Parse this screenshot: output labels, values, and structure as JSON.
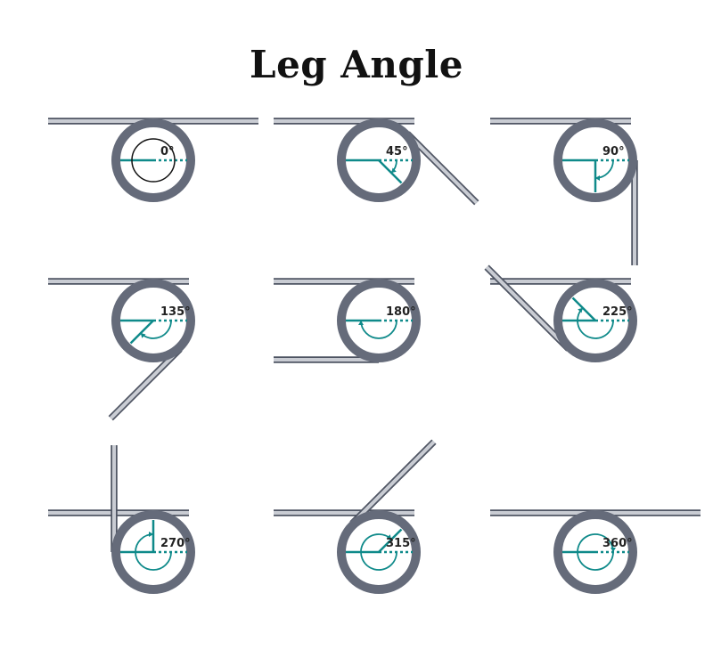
{
  "title": "Leg Angle",
  "colors": {
    "coil": "#656b7a",
    "leg_light": "#c9ccd3",
    "leg_dark": "#4f5563",
    "indicator": "#0f8a8a",
    "label": "#222222"
  },
  "panels": [
    {
      "angle": 0,
      "label": "0°"
    },
    {
      "angle": 45,
      "label": "45°"
    },
    {
      "angle": 90,
      "label": "90°"
    },
    {
      "angle": 135,
      "label": "135°"
    },
    {
      "angle": 180,
      "label": "180°"
    },
    {
      "angle": 225,
      "label": "225°"
    },
    {
      "angle": 270,
      "label": "270°"
    },
    {
      "angle": 315,
      "label": "315°"
    },
    {
      "angle": 360,
      "label": "360°"
    }
  ]
}
